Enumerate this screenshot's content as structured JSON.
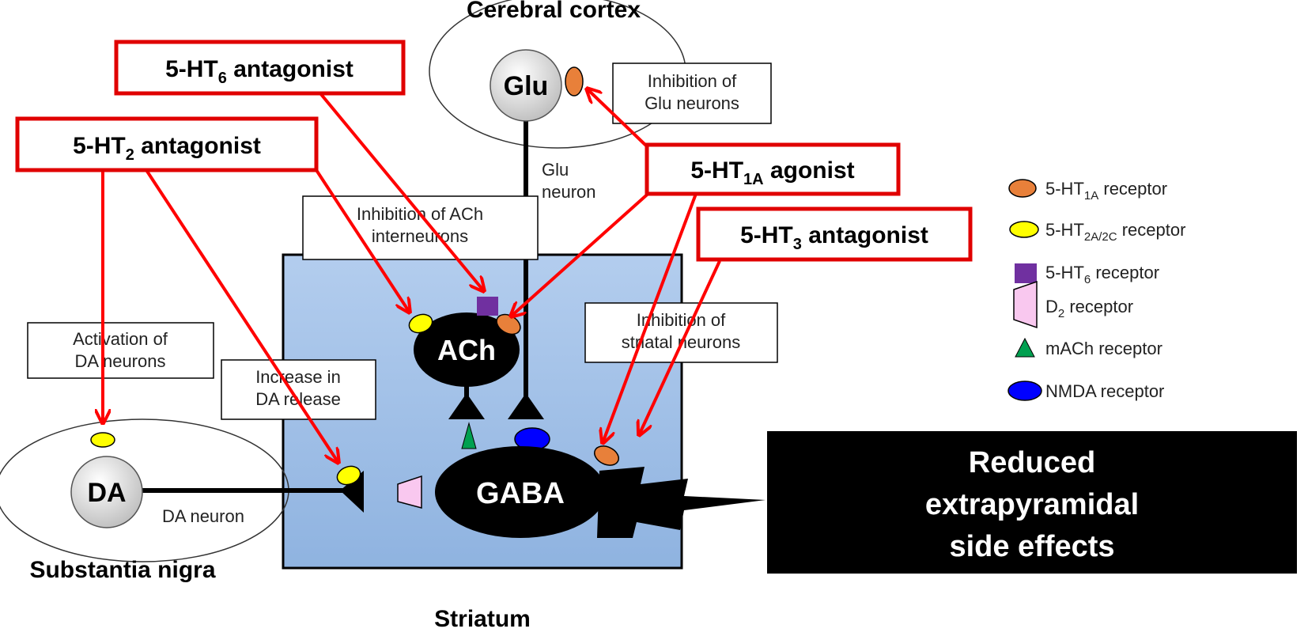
{
  "titles": {
    "cortex": "Cerebral cortex",
    "nigra": "Substantia nigra",
    "striatum": "Striatum"
  },
  "neurons": {
    "glu": "Glu",
    "ach": "ACh",
    "gaba": "GABA",
    "da": "DA",
    "glu_neuron_1": "Glu",
    "glu_neuron_2": "neuron",
    "da_neuron": "DA neuron"
  },
  "drugs": {
    "ht6": {
      "pre": "5-HT",
      "sub": "6",
      "post": " antagonist"
    },
    "ht2": {
      "pre": "5-HT",
      "sub": "2",
      "post": " antagonist"
    },
    "ht1a": {
      "pre": "5-HT",
      "sub": "1A",
      "post": " agonist"
    },
    "ht3": {
      "pre": "5-HT",
      "sub": "3",
      "post": " antagonist"
    }
  },
  "effects": {
    "glu_inhib": [
      "Inhibition of",
      "Glu neurons"
    ],
    "ach_inhib": [
      "Inhibition of ACh",
      "interneurons"
    ],
    "da_activ": [
      "Activation of",
      "DA neurons"
    ],
    "da_release": [
      "Increase in",
      "DA release"
    ],
    "striatal_inhib": [
      "Inhibition of",
      "striatal neurons"
    ]
  },
  "outcome": [
    "Reduced",
    "extrapyramidal",
    "side effects"
  ],
  "legend": [
    {
      "pre": "5-HT",
      "sub": "1A",
      "post": " receptor",
      "color": "#e8803a"
    },
    {
      "pre": "5-HT",
      "sub": "2A/2C",
      "post": " receptor",
      "color": "#ffff00"
    },
    {
      "pre": "5-HT",
      "sub": "6",
      "post": " receptor",
      "color": "#7030a0"
    },
    {
      "pre": "D",
      "sub": "2",
      "post": " receptor",
      "color": "#f9c8ef"
    },
    {
      "pre": "mACh receptor",
      "sub": "",
      "post": "",
      "color": "#00a050"
    },
    {
      "pre": "NMDA receptor",
      "sub": "",
      "post": "",
      "color": "#0000ff"
    }
  ],
  "colors": {
    "arrow": "#ff0000",
    "striatum": "#a7c3e8",
    "box_border": "#e00000"
  }
}
